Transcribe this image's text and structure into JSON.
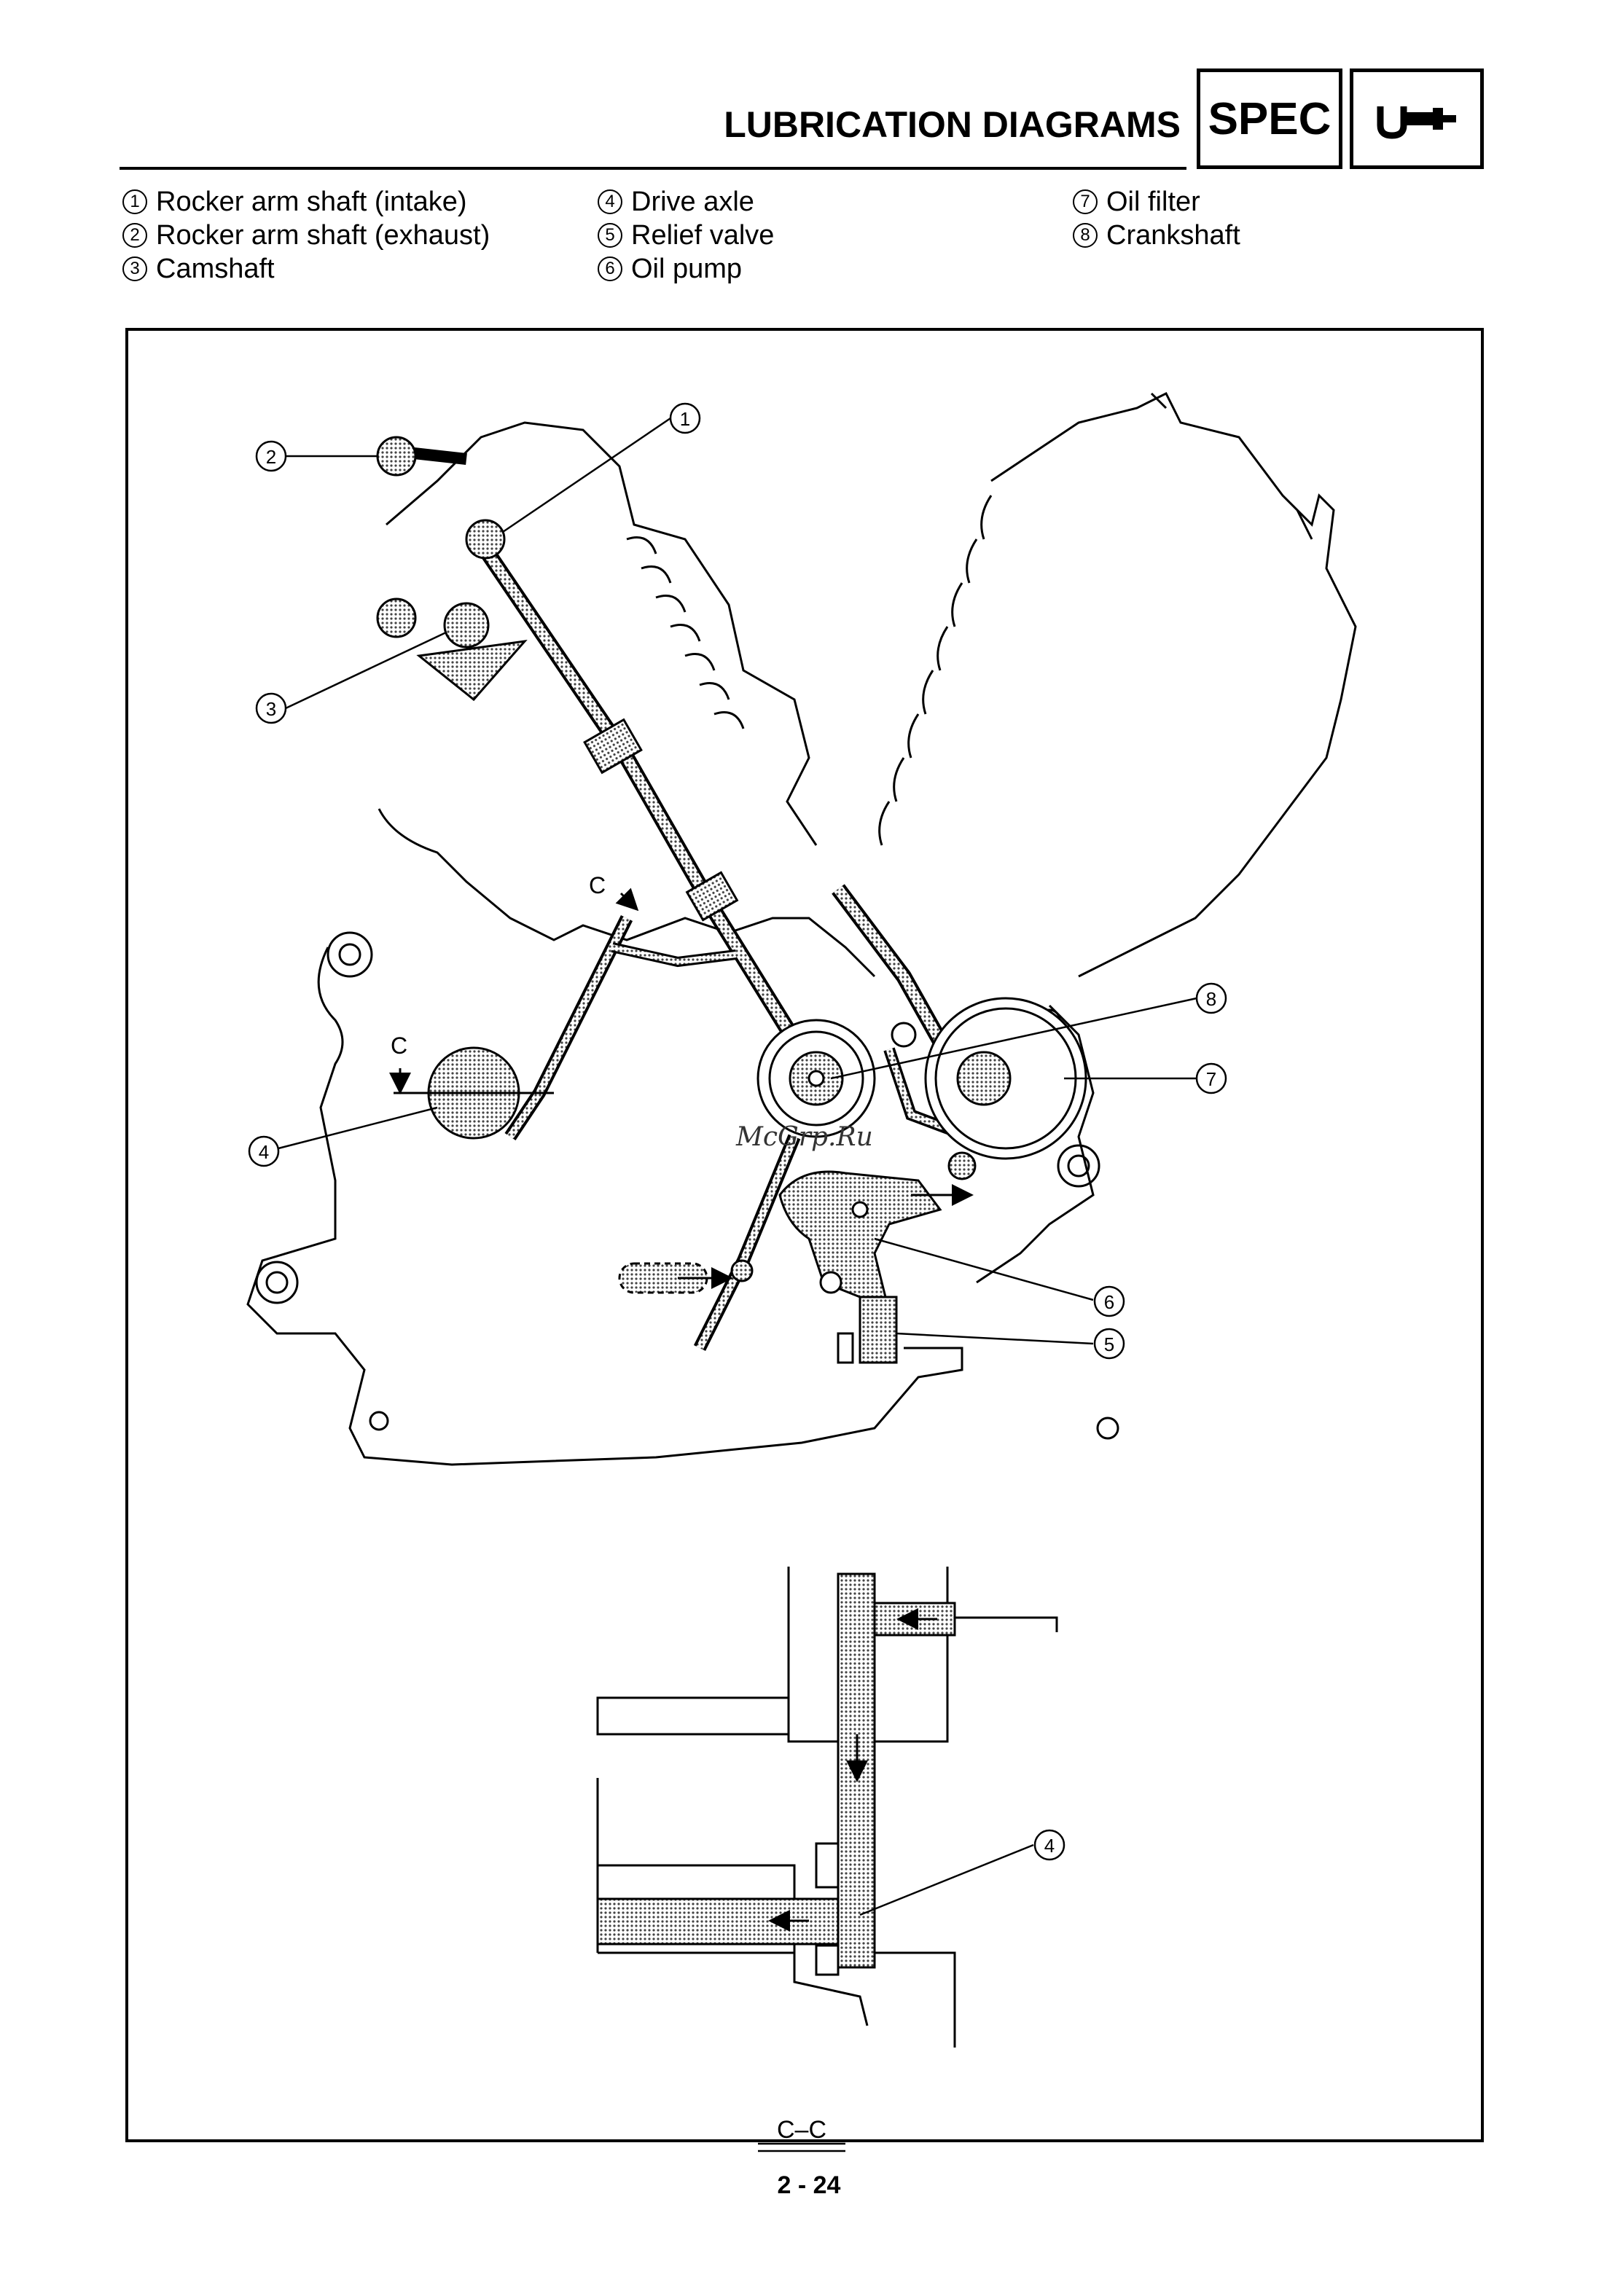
{
  "header": {
    "title": "LUBRICATION DIAGRAMS",
    "section_tag": "SPEC",
    "section_icon": "wrench-gauge-icon"
  },
  "legend": {
    "col1": [
      {
        "num": "1",
        "label": "Rocker arm shaft (intake)"
      },
      {
        "num": "2",
        "label": "Rocker arm shaft (exhaust)"
      },
      {
        "num": "3",
        "label": "Camshaft"
      }
    ],
    "col2": [
      {
        "num": "4",
        "label": "Drive axle"
      },
      {
        "num": "5",
        "label": "Relief valve"
      },
      {
        "num": "6",
        "label": "Oil pump"
      }
    ],
    "col3": [
      {
        "num": "7",
        "label": "Oil filter"
      },
      {
        "num": "8",
        "label": "Crankshaft"
      }
    ]
  },
  "diagram": {
    "section_marker": "C",
    "section_view_label": "C–C",
    "watermark": "McGrp.Ru",
    "callouts": [
      "1",
      "2",
      "3",
      "4",
      "5",
      "6",
      "7",
      "8"
    ],
    "section_callout": "4"
  },
  "footer": {
    "page_number": "2 - 24"
  }
}
